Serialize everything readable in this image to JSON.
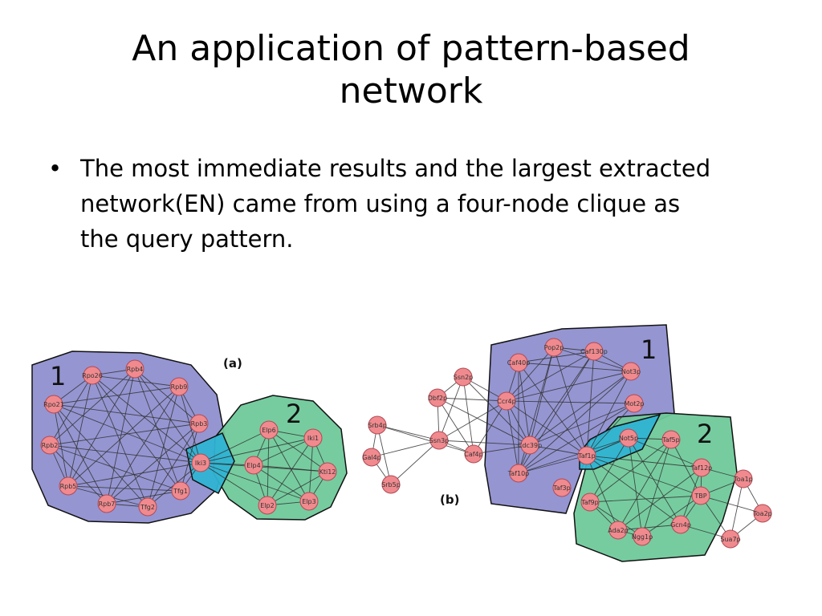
{
  "slide": {
    "title_lines": [
      "An application of pattern-based",
      "network"
    ],
    "bullets": [
      {
        "marker": "•",
        "lines": [
          "The most immediate results and the largest extracted",
          "network(EN) came from using a four-node clique as",
          "the query pattern."
        ]
      }
    ]
  },
  "figure": {
    "colors": {
      "cluster_1": "#8f8fd0",
      "cluster_2": "#6fc99a",
      "overlap": "#2fb3d3",
      "node_fill": "#f08a8e",
      "node_stroke": "#b04a55",
      "edge": "#333333"
    },
    "panel_a": {
      "tag": "(a)",
      "cluster_labels": [
        "1",
        "2"
      ],
      "nodes": {
        "rpb4": "Rpb4",
        "rpb9": "Rpb9",
        "rpb3": "Rpb3",
        "iki3": "Iki3",
        "tfg1": "Tfg1",
        "tfg2": "Tfg2",
        "rpb7": "Rpb7",
        "rpb5": "Rpb5",
        "rpb2": "Rpb2",
        "rpo21": "Rpo21",
        "rpo26": "Rpo26",
        "elp6": "Elp6",
        "iki1": "Iki1",
        "elp4": "Elp4",
        "kti12": "Kti12",
        "elp2": "Elp2",
        "elp3": "Elp3"
      }
    },
    "panel_b": {
      "tag": "(b)",
      "cluster_labels": [
        "1",
        "2"
      ],
      "nodes": {
        "pop2p": "Pop2p",
        "caf40p": "Caf40p",
        "caf130p": "Caf130p",
        "not3p": "Not3p",
        "mot2p": "Mot2p",
        "ccr4p": "Ccr4p",
        "cdc39p": "Cdc39p",
        "not5p": "Not5p",
        "taf1p": "Taf1p",
        "taf10p": "Taf10p",
        "taf3p": "Taf3p",
        "ssn2p": "Ssn2p",
        "dbf2p": "Dbf2p",
        "srb4p": "Srb4p",
        "ssn3p": "Ssn3p",
        "caf4p": "Caf4p",
        "gal4p": "Gal4p",
        "srb5p": "Srb5p",
        "taf5p": "Taf5p",
        "taf12p": "Taf12p",
        "tbp": "TBP",
        "taf9p": "Taf9p",
        "gcn4p": "Gcn4p",
        "ada2p": "Ada2p",
        "ngg1p": "Ngg1p",
        "toa1p": "Toa1p",
        "toa2p": "Toa2p",
        "sua7p": "Sua7p"
      }
    }
  }
}
